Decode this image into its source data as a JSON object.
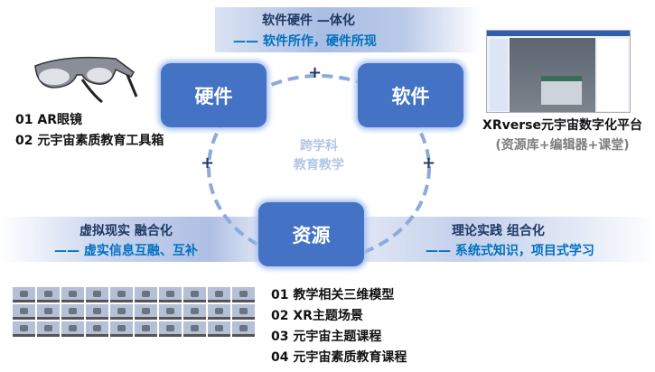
{
  "top_banner": {
    "title": "软件硬件  —体化",
    "subtitle": "—— 软件所作，硬件所现"
  },
  "left_banner": {
    "title": "虚拟现实  融合化",
    "subtitle": "—— 虚实信息互融、互补"
  },
  "right_banner": {
    "title": "理论实践  组合化",
    "subtitle": "—— 系统式知识，项目式学习"
  },
  "nodes": {
    "hardware": "硬件",
    "software": "软件",
    "resources": "资源"
  },
  "connectors": {
    "plus": "+"
  },
  "center": {
    "line1": "跨学科",
    "line2": "教育教学"
  },
  "hardware_list": [
    "01  AR眼镜",
    "02  元宇宙素质教育工具箱"
  ],
  "platform": {
    "title": "XRverse元宇宙数字化平台",
    "subtitle": "(资源库+编辑器+课堂)"
  },
  "resource_list": [
    "01  教学相关三维模型",
    "02  XR主题场景",
    "03  元宇宙主题课程",
    "04  元宇宙素质教育课程"
  ],
  "colors": {
    "node": "#4472c4",
    "accent": "#0070c0",
    "title": "#1f3864",
    "center": "#b4c7e7",
    "dash": "#8eaadb"
  }
}
